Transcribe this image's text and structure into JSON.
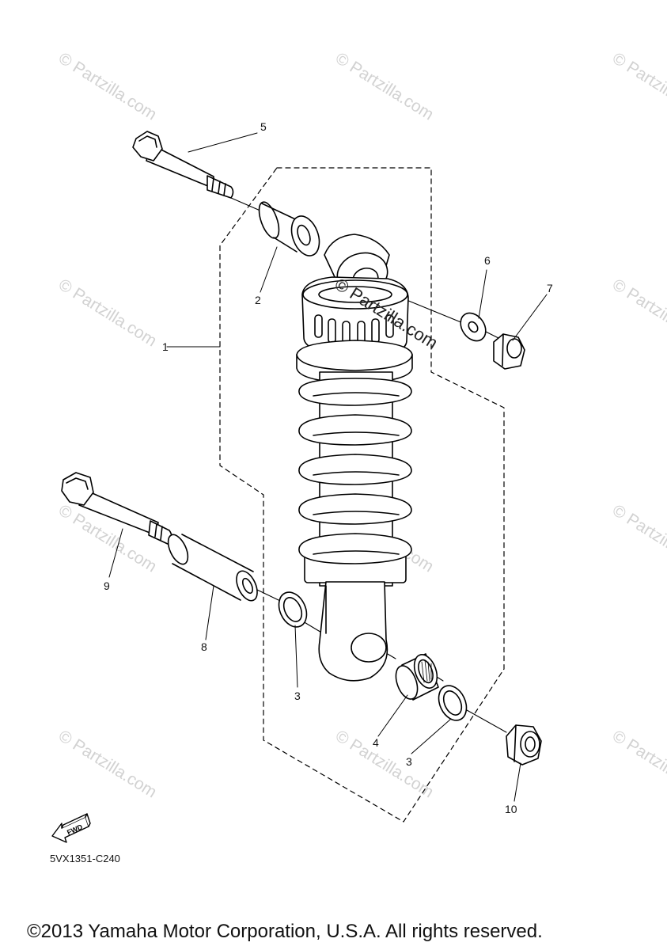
{
  "watermark": "© Partzilla.com",
  "callouts": {
    "c1": "1",
    "c2": "2",
    "c3a": "3",
    "c3b": "3",
    "c4": "4",
    "c5": "5",
    "c6": "6",
    "c7": "7",
    "c8": "8",
    "c9": "9",
    "c10": "10"
  },
  "fwd_label": "FWD",
  "diagram_code": "5VX1351-C240",
  "copyright": "©2013 Yamaha Motor Corporation, U.S.A. All rights reserved."
}
